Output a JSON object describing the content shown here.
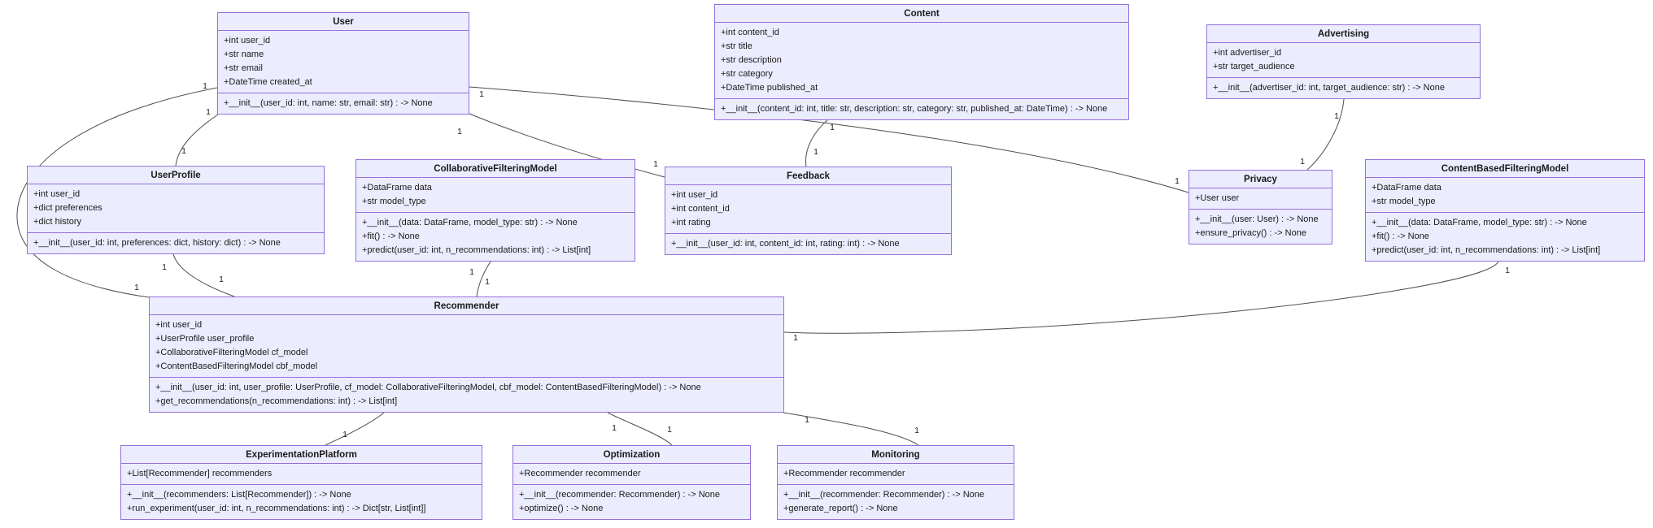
{
  "colors": {
    "background": "#ffffff",
    "node_fill": "#ECECFF",
    "node_border": "#9370DB",
    "edge": "#4d4d4d",
    "text": "#1a1a1a"
  },
  "classes": [
    {
      "name": "User",
      "attributes": [
        "+int user_id",
        "+str name",
        "+str email",
        "+DateTime created_at"
      ],
      "methods": [
        "+__init__(user_id: int, name: str, email: str) : -> None"
      ]
    },
    {
      "name": "Content",
      "attributes": [
        "+int content_id",
        "+str title",
        "+str description",
        "+str category",
        "+DateTime published_at"
      ],
      "methods": [
        "+__init__(content_id: int, title: str, description: str, category: str, published_at: DateTime) : -> None"
      ]
    },
    {
      "name": "Advertising",
      "attributes": [
        "+int advertiser_id",
        "+str target_audience"
      ],
      "methods": [
        "+__init__(advertiser_id: int, target_audience: str) : -> None"
      ]
    },
    {
      "name": "UserProfile",
      "attributes": [
        "+int user_id",
        "+dict preferences",
        "+dict history"
      ],
      "methods": [
        "+__init__(user_id: int, preferences: dict, history: dict) : -> None"
      ]
    },
    {
      "name": "CollaborativeFilteringModel",
      "attributes": [
        "+DataFrame data",
        "+str model_type"
      ],
      "methods": [
        "+__init__(data: DataFrame, model_type: str) : -> None",
        "+fit() : -> None",
        "+predict(user_id: int, n_recommendations: int) : -> List[int]"
      ]
    },
    {
      "name": "Feedback",
      "attributes": [
        "+int user_id",
        "+int content_id",
        "+int rating"
      ],
      "methods": [
        "+__init__(user_id: int, content_id: int, rating: int) : -> None"
      ]
    },
    {
      "name": "Privacy",
      "attributes": [
        "+User user"
      ],
      "methods": [
        "+__init__(user: User) : -> None",
        "+ensure_privacy() : -> None"
      ]
    },
    {
      "name": "ContentBasedFilteringModel",
      "attributes": [
        "+DataFrame data",
        "+str model_type"
      ],
      "methods": [
        "+__init__(data: DataFrame, model_type: str) : -> None",
        "+fit() : -> None",
        "+predict(user_id: int, n_recommendations: int) : -> List[int]"
      ]
    },
    {
      "name": "Recommender",
      "attributes": [
        "+int user_id",
        "+UserProfile user_profile",
        "+CollaborativeFilteringModel cf_model",
        "+ContentBasedFilteringModel cbf_model"
      ],
      "methods": [
        "+__init__(user_id: int, user_profile: UserProfile, cf_model: CollaborativeFilteringModel, cbf_model: ContentBasedFilteringModel) : -> None",
        "+get_recommendations(n_recommendations: int) : -> List[int]"
      ]
    },
    {
      "name": "ExperimentationPlatform",
      "attributes": [
        "+List[Recommender] recommenders"
      ],
      "methods": [
        "+__init__(recommenders: List[Recommender]) : -> None",
        "+run_experiment(user_id: int, n_recommendations: int) : -> Dict[str, List[int]]"
      ]
    },
    {
      "name": "Optimization",
      "attributes": [
        "+Recommender recommender"
      ],
      "methods": [
        "+__init__(recommender: Recommender) : -> None",
        "+optimize() : -> None"
      ]
    },
    {
      "name": "Monitoring",
      "attributes": [
        "+Recommender recommender"
      ],
      "methods": [
        "+__init__(recommender: Recommender) : -> None",
        "+generate_report() : -> None"
      ]
    }
  ],
  "relationships": [
    {
      "from": "User",
      "to": "UserProfile",
      "multiplicities": [
        "1",
        "1"
      ]
    },
    {
      "from": "User",
      "to": "Recommender",
      "multiplicities": [
        "1",
        "1"
      ]
    },
    {
      "from": "User",
      "to": "Feedback",
      "multiplicities": [
        "1",
        "1"
      ]
    },
    {
      "from": "User",
      "to": "Privacy",
      "multiplicities": [
        "1",
        "1"
      ]
    },
    {
      "from": "Content",
      "to": "Feedback",
      "multiplicities": [
        "1",
        "1"
      ]
    },
    {
      "from": "Advertising",
      "to": "Privacy",
      "multiplicities": [
        "1",
        "1"
      ]
    },
    {
      "from": "CollaborativeFilteringModel",
      "to": "Recommender",
      "multiplicities": [
        "1",
        "1"
      ]
    },
    {
      "from": "ContentBasedFilteringModel",
      "to": "Recommender",
      "multiplicities": [
        "1",
        "1"
      ]
    },
    {
      "from": "UserProfile",
      "to": "Recommender",
      "multiplicities": [
        "1",
        "1"
      ]
    },
    {
      "from": "Recommender",
      "to": "ExperimentationPlatform",
      "multiplicities": [
        "1"
      ]
    },
    {
      "from": "Recommender",
      "to": "Optimization",
      "multiplicities": [
        "1",
        "1"
      ]
    },
    {
      "from": "Recommender",
      "to": "Monitoring",
      "multiplicities": [
        "1",
        "1"
      ]
    }
  ]
}
